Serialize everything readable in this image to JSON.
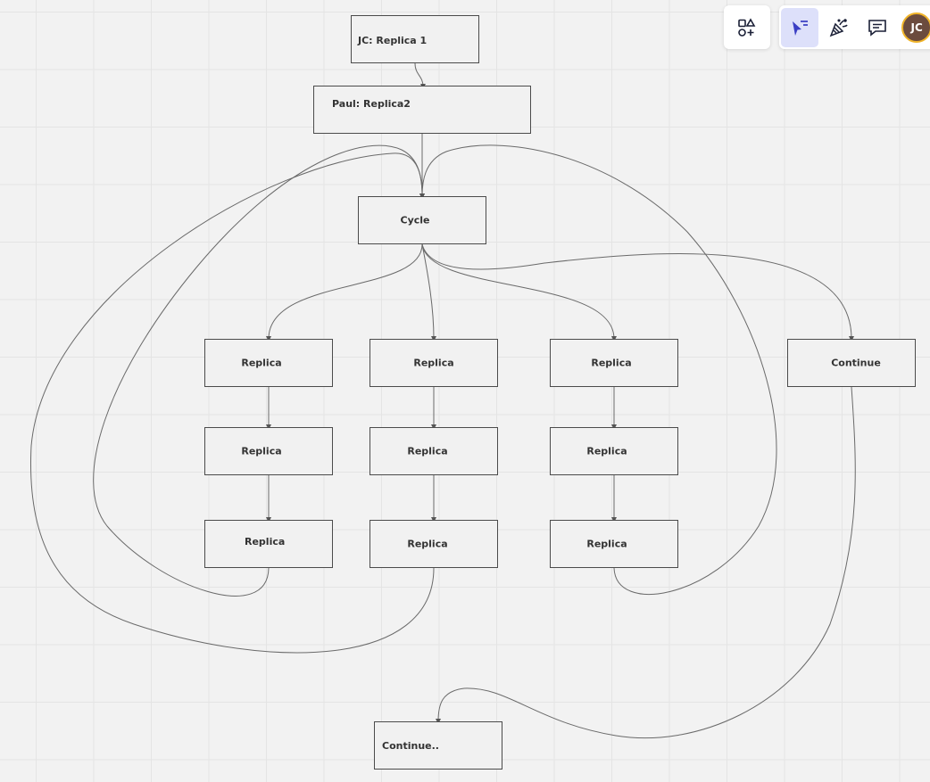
{
  "nodes": {
    "jc_replica": "JC: Replica 1",
    "paul_replica": "Paul: Replica2",
    "cycle": "Cycle",
    "replica_a1": "Replica",
    "replica_a2": "Replica",
    "replica_a3": "Replica",
    "replica_b1": "Replica",
    "replica_b2": "Replica",
    "replica_b3": "Replica",
    "replica_c1": "Replica",
    "replica_c2": "Replica",
    "replica_c3": "Replica",
    "continue": "Continue",
    "continue_2": "Continue.."
  },
  "toolbar": {
    "shapes_icon": "shapes-add-icon",
    "select_icon": "select-pointer-icon",
    "reactions_icon": "celebrate-icon",
    "comment_icon": "comment-icon",
    "avatar_initials": "JC"
  },
  "colors": {
    "canvas": "#f2f2f2",
    "grid": "#e4e4e4",
    "node_border": "#4b4b4b",
    "edge": "#6a6a6a",
    "active_tool_bg": "#dde0fa",
    "active_tool_icon": "#3b3fc4",
    "avatar_bg": "#6b4b3e",
    "avatar_ring": "#f0b429"
  }
}
